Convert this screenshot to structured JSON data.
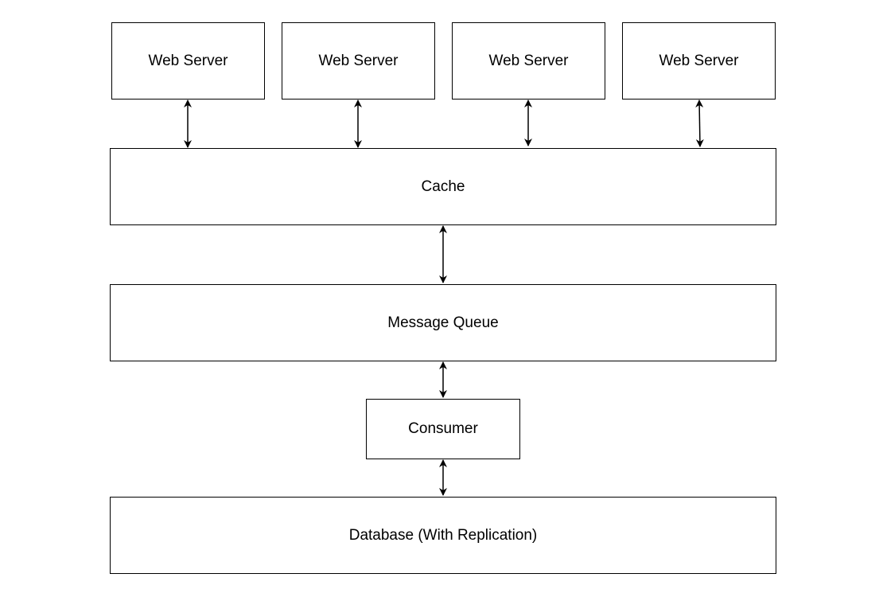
{
  "diagram": {
    "web_servers": [
      {
        "label": "Web Server"
      },
      {
        "label": "Web Server"
      },
      {
        "label": "Web Server"
      },
      {
        "label": "Web Server"
      }
    ],
    "cache": {
      "label": "Cache"
    },
    "message_queue": {
      "label": "Message Queue"
    },
    "consumer": {
      "label": "Consumer"
    },
    "database": {
      "label": "Database (With Replication)"
    }
  },
  "colors": {
    "stroke": "#000000",
    "background": "#ffffff"
  }
}
